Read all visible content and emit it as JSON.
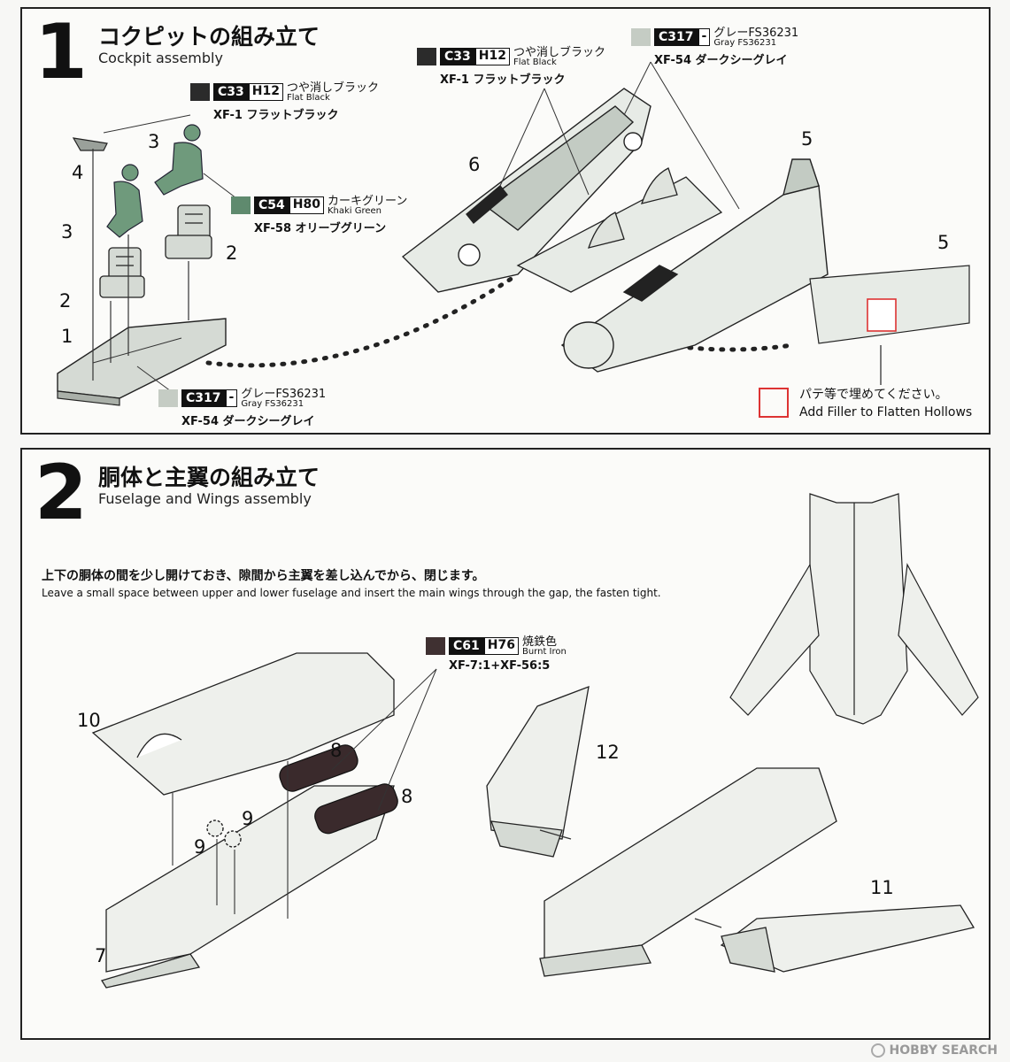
{
  "step1": {
    "number": "1",
    "title_jp": "コクピットの組み立て",
    "title_en": "Cockpit assembly",
    "part_labels": [
      "4",
      "3",
      "3",
      "2",
      "2",
      "1",
      "6",
      "5",
      "5"
    ],
    "callouts": [
      {
        "code": "C33",
        "h": "H12",
        "jp": "つや消しブラック",
        "en": "Flat Black",
        "xf": "XF-1 フラットブラック",
        "swatch": "#2b2b2b"
      },
      {
        "code": "C54",
        "h": "H80",
        "jp": "カーキグリーン",
        "en": "Khaki Green",
        "xf": "XF-58 オリーブグリーン",
        "swatch": "#5f8a6e"
      },
      {
        "code": "C317",
        "h": "-",
        "jp": "グレーFS36231",
        "en": "Gray FS36231",
        "xf": "XF-54 ダークシーグレイ",
        "swatch": "#c5ccc4"
      },
      {
        "code": "C33",
        "h": "H12",
        "jp": "つや消しブラック",
        "en": "Flat Black",
        "xf": "XF-1 フラットブラック",
        "swatch": "#2b2b2b"
      },
      {
        "code": "C317",
        "h": "-",
        "jp": "グレーFS36231",
        "en": "Gray FS36231",
        "xf": "XF-54 ダークシーグレイ",
        "swatch": "#c5ccc4"
      }
    ],
    "filler_jp": "パテ等で埋めてください。",
    "filler_en": "Add Filler to Flatten Hollows"
  },
  "step2": {
    "number": "2",
    "title_jp": "胴体と主翼の組み立て",
    "title_en": "Fuselage and Wings assembly",
    "instruction_jp": "上下の胴体の間を少し開けておき、隙間から主翼を差し込んでから、閉じます。",
    "instruction_en": "Leave a small space between upper and lower fuselage and insert the main wings through the gap, the fasten tight.",
    "part_labels": [
      "10",
      "8",
      "9",
      "9",
      "8",
      "7",
      "12",
      "11"
    ],
    "callout": {
      "code": "C61",
      "h": "H76",
      "jp": "焼鉄色",
      "en": "Burnt Iron",
      "xf": "XF-7:1+XF-56:5",
      "swatch": "#3f3031"
    }
  },
  "watermark": "HOBBY SEARCH",
  "colors": {
    "metal": "#3a2a2c",
    "pilot": "#6f9a7c",
    "panel": "#d3d8d2",
    "filler_box": "#dd3333"
  }
}
